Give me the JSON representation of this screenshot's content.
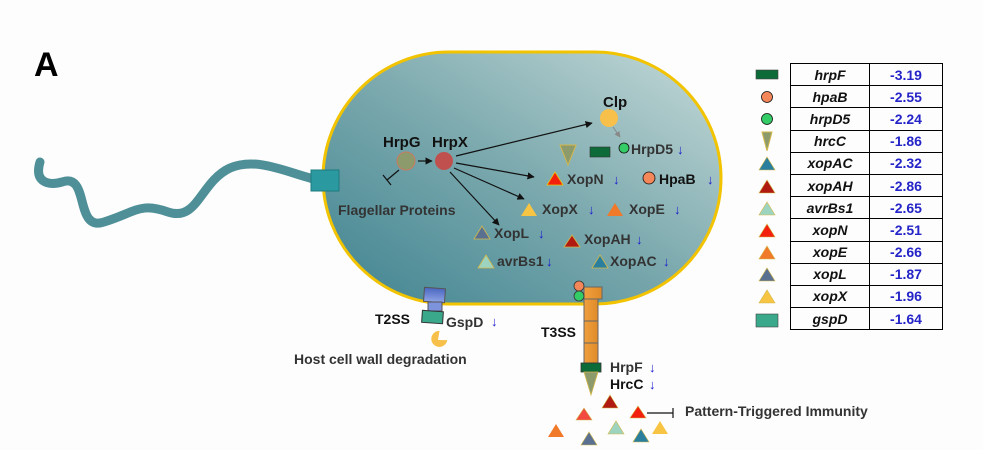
{
  "panel_label": "A",
  "cell": {
    "regulators": [
      {
        "name": "HrpG",
        "color": "#8c9a6c"
      },
      {
        "name": "HrpX",
        "color": "#c0504d"
      },
      {
        "name": "Clp",
        "color": "#f7c04a"
      }
    ],
    "repressed_label": "Flagellar Proteins",
    "effectors_inside": [
      {
        "label": "HrpD5",
        "down_arrow": "↓"
      },
      {
        "label": "XopN",
        "down_arrow": "↓"
      },
      {
        "label": "HpaB",
        "down_arrow": "↓"
      },
      {
        "label": "XopX",
        "down_arrow": "↓"
      },
      {
        "label": "XopE",
        "down_arrow": "↓"
      },
      {
        "label": "XopL",
        "down_arrow": "↓"
      },
      {
        "label": "XopAH",
        "down_arrow": "↓"
      },
      {
        "label": "avrBs1",
        "down_arrow": "↓"
      },
      {
        "label": "XopAC",
        "down_arrow": "↓"
      }
    ]
  },
  "secretion": {
    "t2ss_label": "T2SS",
    "gspd_label": "GspD",
    "gspd_arrow": "↓",
    "t2ss_function": "Host cell wall degradation",
    "t3ss_label": "T3SS",
    "hrpf_label": "HrpF",
    "hrpf_arrow": "↓",
    "hrcc_label": "HrcC",
    "hrcc_arrow": "↓",
    "pti_label": "Pattern-Triggered Immunity"
  },
  "legend": {
    "rows": [
      {
        "gene": "hrpF",
        "value": "-3.19",
        "symbol": "rect",
        "color": "#0d6b3a"
      },
      {
        "gene": "hpaB",
        "value": "-2.55",
        "symbol": "circle",
        "color": "#f4875a"
      },
      {
        "gene": "hrpD5",
        "value": "-2.24",
        "symbol": "circle",
        "color": "#33cc66"
      },
      {
        "gene": "hrcC",
        "value": "-1.86",
        "symbol": "tri-down",
        "color": "#8c9a6c"
      },
      {
        "gene": "xopAC",
        "value": "-2.32",
        "symbol": "tri-up",
        "color": "#2a7f9e"
      },
      {
        "gene": "xopAH",
        "value": "-2.86",
        "symbol": "tri-up",
        "color": "#b01a10"
      },
      {
        "gene": "avrBs1",
        "value": "-2.65",
        "symbol": "tri-up",
        "color": "#9dd4c0"
      },
      {
        "gene": "xopN",
        "value": "-2.51",
        "symbol": "tri-up",
        "color": "#f2200c"
      },
      {
        "gene": "xopE",
        "value": "-2.66",
        "symbol": "tri-up",
        "color": "#f07a2a"
      },
      {
        "gene": "xopL",
        "value": "-1.87",
        "symbol": "tri-up",
        "color": "#5a7090"
      },
      {
        "gene": "xopX",
        "value": "-1.96",
        "symbol": "tri-up",
        "color": "#f7c443"
      },
      {
        "gene": "gspD",
        "value": "-1.64",
        "symbol": "rect",
        "color": "#3aa88a"
      }
    ]
  }
}
